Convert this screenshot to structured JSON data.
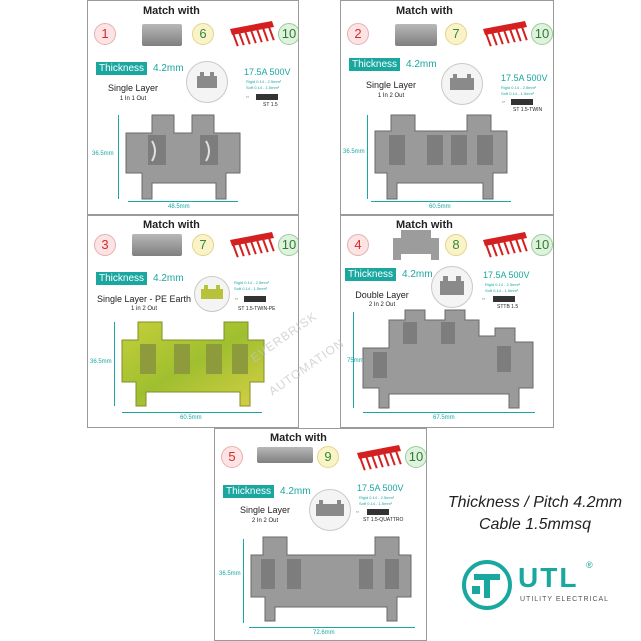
{
  "panels": [
    {
      "number": "1",
      "match_label": "Match with",
      "cover_no": "6",
      "jumper_no": "10",
      "thickness_label": "Thickness",
      "thickness_value": "4.2mm",
      "layer": "Single Layer",
      "io": "1 In 1 Out",
      "amps": "17.5A 500V",
      "spec_rigid": "Rigid 0.14 - 2.5mm²",
      "spec_soft": "Soft 0.14 - 1.5mm²",
      "part": "ST 1.5",
      "height": "36.5mm",
      "width": "48.5mm"
    },
    {
      "number": "2",
      "match_label": "Match with",
      "cover_no": "7",
      "jumper_no": "10",
      "thickness_label": "Thickness",
      "thickness_value": "4.2mm",
      "layer": "Single Layer",
      "io": "1 In 2 Out",
      "amps": "17.5A 500V",
      "spec_rigid": "Rigid 0.14 - 2.5mm²",
      "spec_soft": "Soft 0.14 - 1.5mm²",
      "part": "ST 1.5-TWIN",
      "height": "36.5mm",
      "width": "60.5mm"
    },
    {
      "number": "3",
      "match_label": "Match with",
      "cover_no": "7",
      "jumper_no": "10",
      "thickness_label": "Thickness",
      "thickness_value": "4.2mm",
      "layer": "Single Layer - PE Earth",
      "io": "1 in 2 Out",
      "amps": "",
      "spec_rigid": "Rigid 0.14 - 2.5mm²",
      "spec_soft": "Soft 0.14 - 1.5mm²",
      "part": "ST 1.5-TWIN-PE",
      "height": "36.5mm",
      "width": "60.5mm"
    },
    {
      "number": "4",
      "match_label": "Match with",
      "cover_no": "8",
      "jumper_no": "10",
      "thickness_label": "Thickness",
      "thickness_value": "4.2mm",
      "layer": "Double Layer",
      "io": "2 In 2 Out",
      "amps": "17.5A 500V",
      "spec_rigid": "Rigid 0.14 - 2.5mm²",
      "spec_soft": "Soft 0.14 - 1.5mm²",
      "part": "STTB 1.5",
      "height": "75mm",
      "width": "67.5mm"
    },
    {
      "number": "5",
      "match_label": "Match with",
      "cover_no": "9",
      "jumper_no": "10",
      "thickness_label": "Thickness",
      "thickness_value": "4.2mm",
      "layer": "Single Layer",
      "io": "2 In 2 Out",
      "amps": "17.5A 500V",
      "spec_rigid": "Rigid 0.14 - 2.5mm²",
      "spec_soft": "Soft 0.14 - 1.5mm²",
      "part": "ST 1.5-QUATTRO",
      "height": "36.5mm",
      "width": "72.6mm"
    }
  ],
  "watermark_line1": "EVERBRISK",
  "watermark_line2": "AUTOMATION",
  "tagline_line1": "Thickness / Pitch 4.2mm",
  "tagline_line2": "Cable 1.5mmsq",
  "brand": {
    "name": "UTL",
    "registered": "®",
    "subtitle": "UTILITY ELECTRICAL",
    "color": "#1aa7a0"
  }
}
